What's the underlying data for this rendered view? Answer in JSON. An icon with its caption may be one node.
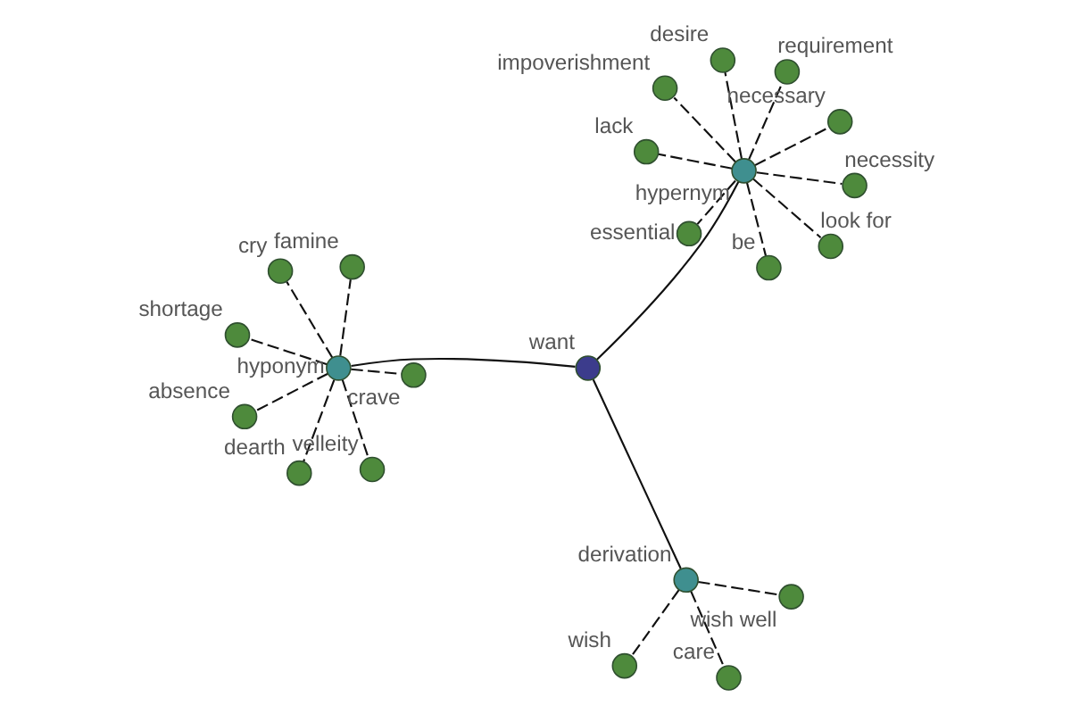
{
  "diagram": {
    "nodes": [
      {
        "text": [
          "want"
        ]
      },
      {
        "text": [
          "hyponym"
        ]
      },
      {
        "text": [
          "famine"
        ]
      },
      {
        "text": [
          "cry"
        ]
      },
      {
        "text": [
          "shortage"
        ]
      },
      {
        "text": [
          "velleity"
        ]
      },
      {
        "text": [
          "absence"
        ]
      },
      {
        "text": [
          "crave"
        ]
      },
      {
        "text": [
          "dearth"
        ]
      },
      {
        "text": [
          "hypernym"
        ]
      },
      {
        "text": [
          "desire"
        ]
      },
      {
        "text": [
          "lack"
        ]
      },
      {
        "text": [
          "be"
        ]
      },
      {
        "text": [
          "requirement"
        ]
      },
      {
        "text": [
          "impoverishment"
        ]
      },
      {
        "text": [
          "necessary"
        ]
      },
      {
        "text": [
          "essential"
        ]
      },
      {
        "text": [
          "look for"
        ]
      },
      {
        "text": [
          "necessity"
        ]
      },
      {
        "text": [
          "derivation"
        ]
      },
      {
        "text": [
          "wish well"
        ]
      },
      {
        "text": [
          "wish"
        ]
      },
      {
        "text": [
          "care"
        ]
      }
    ],
    "edges": [
      {
        "from": 0,
        "to": 1,
        "arrow": "none"
      },
      {
        "from": 0,
        "to": 9,
        "arrow": "none"
      },
      {
        "from": 0,
        "to": 19,
        "arrow": "none"
      },
      {
        "from": 1,
        "to": 2,
        "arrow": "none",
        "style": "dashed"
      },
      {
        "from": 1,
        "to": 3,
        "arrow": "none",
        "style": "dashed"
      },
      {
        "from": 1,
        "to": 4,
        "arrow": "none",
        "style": "dashed"
      },
      {
        "from": 1,
        "to": 5,
        "arrow": "none",
        "style": "dashed"
      },
      {
        "from": 1,
        "to": 6,
        "arrow": "none",
        "style": "dashed"
      },
      {
        "from": 1,
        "to": 7,
        "arrow": "none",
        "style": "dashed"
      },
      {
        "from": 1,
        "to": 8,
        "arrow": "none",
        "style": "dashed"
      },
      {
        "from": 9,
        "to": 10,
        "arrow": "none",
        "style": "dashed"
      },
      {
        "from": 9,
        "to": 11,
        "arrow": "none",
        "style": "dashed"
      },
      {
        "from": 9,
        "to": 12,
        "arrow": "none",
        "style": "dashed"
      },
      {
        "from": 9,
        "to": 13,
        "arrow": "none",
        "style": "dashed"
      },
      {
        "from": 9,
        "to": 14,
        "arrow": "none",
        "style": "dashed"
      },
      {
        "from": 9,
        "to": 15,
        "arrow": "none",
        "style": "dashed"
      },
      {
        "from": 9,
        "to": 16,
        "arrow": "none",
        "style": "dashed"
      },
      {
        "from": 9,
        "to": 17,
        "arrow": "none",
        "style": "dashed"
      },
      {
        "from": 9,
        "to": 18,
        "arrow": "none",
        "style": "dashed"
      },
      {
        "from": 19,
        "to": 20,
        "arrow": "none",
        "style": "dashed"
      },
      {
        "from": 19,
        "to": 21,
        "arrow": "none",
        "style": "dashed"
      },
      {
        "from": 19,
        "to": 22,
        "arrow": "none",
        "style": "dashed"
      }
    ]
  }
}
